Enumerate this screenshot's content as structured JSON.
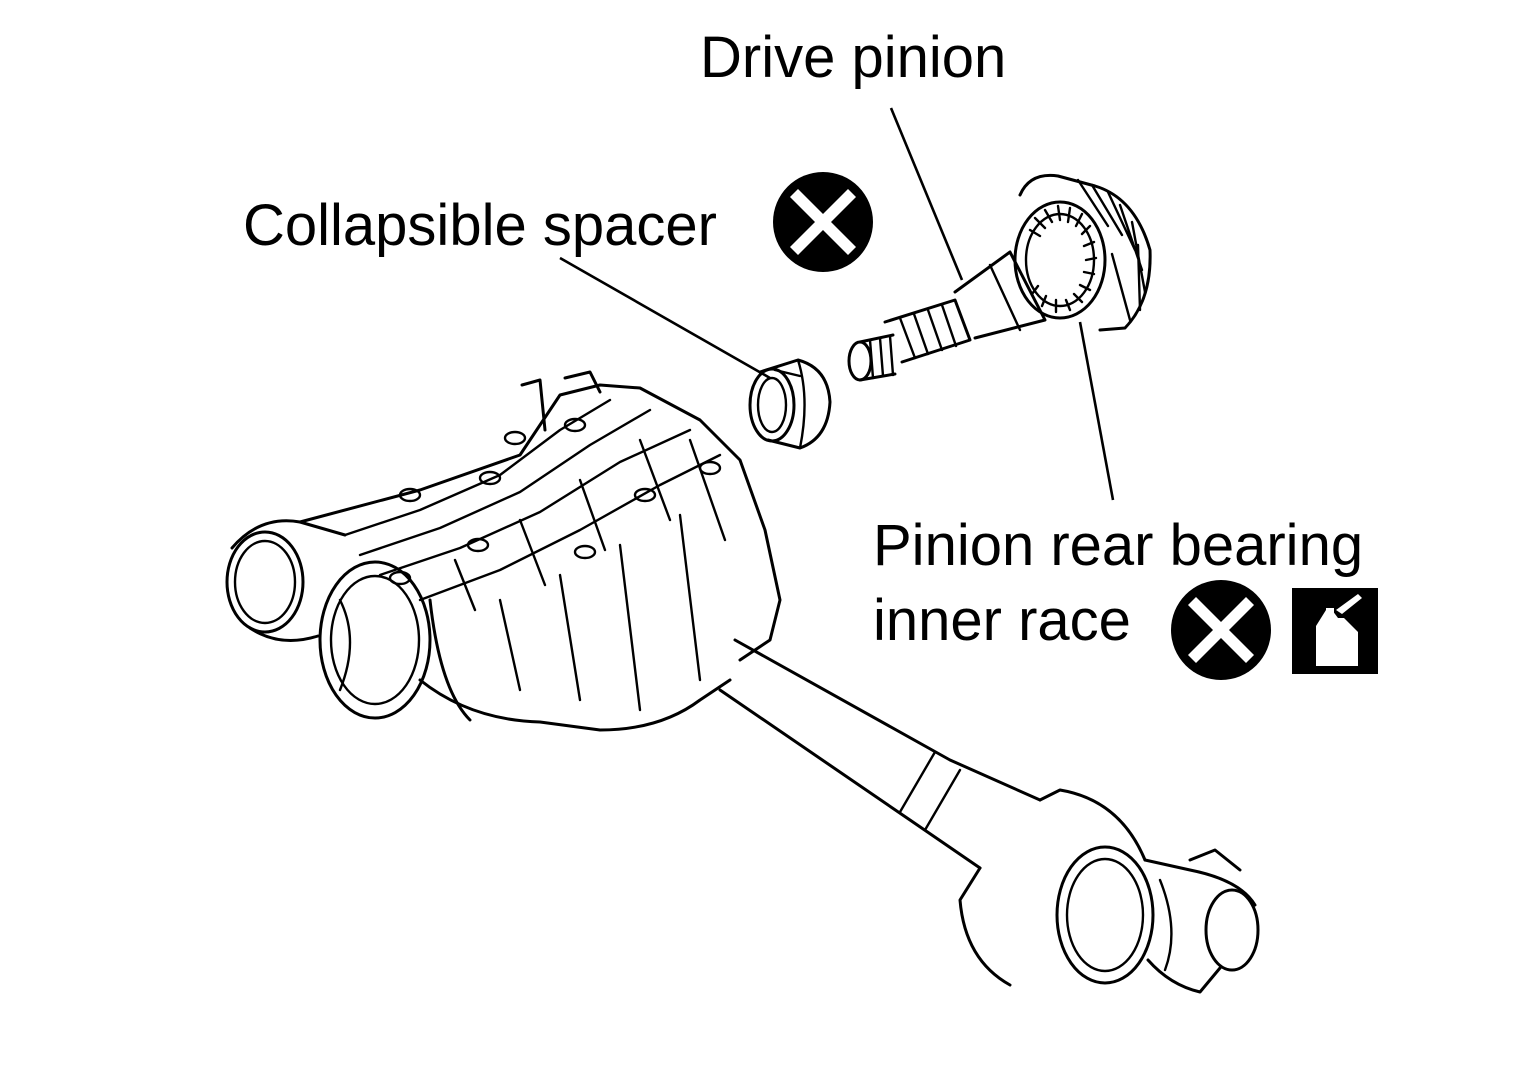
{
  "callouts": {
    "drive_pinion": "Drive pinion",
    "collapsible_spacer": "Collapsible spacer",
    "pinion_rear_bearing_line1": "Pinion rear bearing",
    "pinion_rear_bearing_line2": "inner race"
  },
  "symbols": {
    "do_not_reuse_icon": "circled-x-icon",
    "apply_oil_icon": "oil-can-icon"
  },
  "colors": {
    "ink": "#000000",
    "paper": "#ffffff"
  }
}
